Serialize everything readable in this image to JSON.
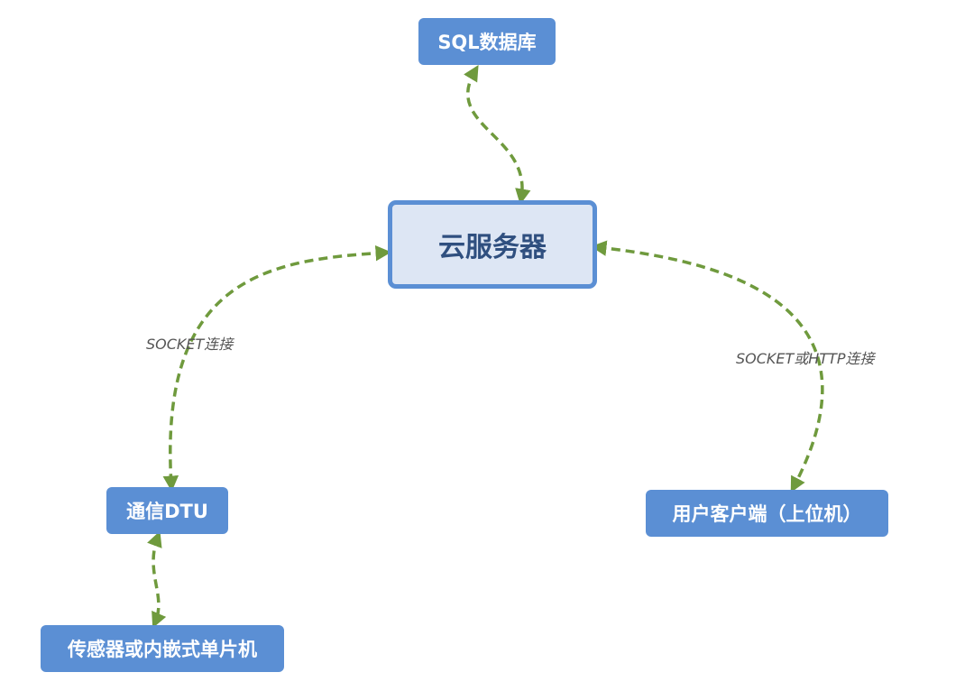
{
  "nodes": {
    "sql_db": "SQL数据库",
    "cloud_server": "云服务器",
    "dtu": "通信DTU",
    "sensor": "传感器或内嵌式单片机",
    "client": "用户客户端（上位机）"
  },
  "edges": {
    "socket_label": "SOCKET连接",
    "socket_http_label": "SOCKET或HTTP连接"
  },
  "colors": {
    "node_fill": "#5b8fd4",
    "server_fill": "#dde6f4",
    "server_text": "#2f4f7f",
    "link": "#6f9a3d"
  }
}
